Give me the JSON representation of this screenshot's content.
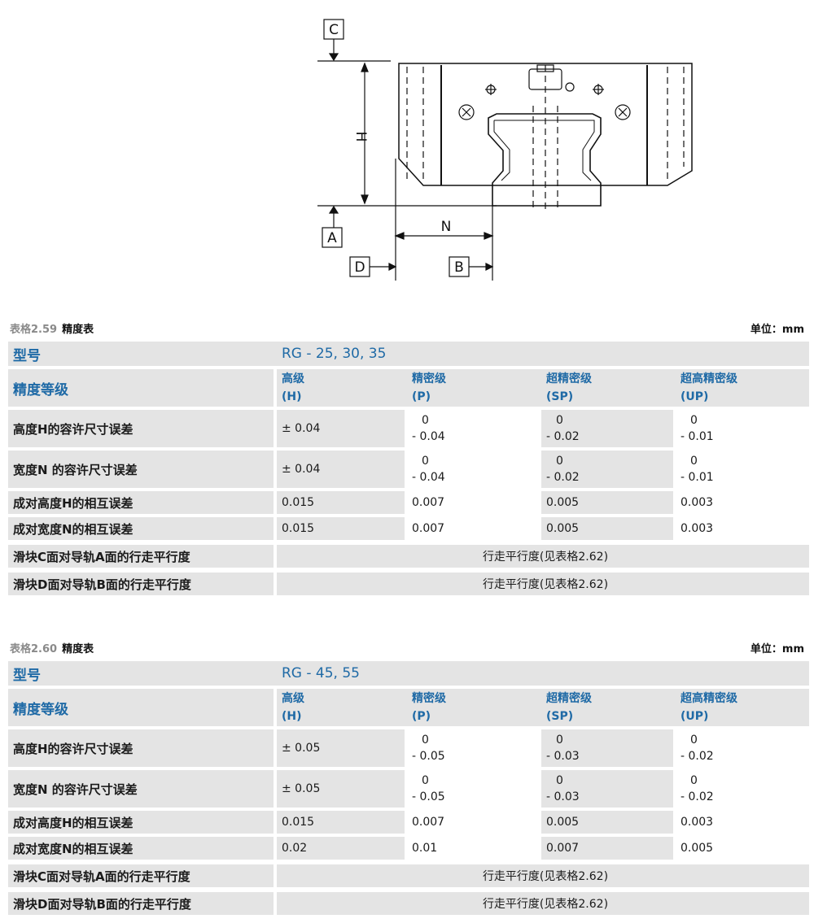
{
  "drawing": {
    "labels": {
      "c": "C",
      "h": "H",
      "a": "A",
      "n": "N",
      "d": "D",
      "b": "B"
    }
  },
  "tables": [
    {
      "number": "表格2.59",
      "title": "精度表",
      "unit": "单位：mm",
      "model_label": "型号",
      "model_value": "RG - 25, 30, 35",
      "grade_label": "精度等级",
      "grades": [
        {
          "name": "高级",
          "code": "(H)"
        },
        {
          "name": "精密级",
          "code": "(P)"
        },
        {
          "name": "超精密级",
          "code": "(SP)"
        },
        {
          "name": "超高精密级",
          "code": "(UP)"
        }
      ],
      "rows": [
        {
          "label": "高度H的容许尺寸误差",
          "values": [
            [
              "± 0.04"
            ],
            [
              "0",
              "- 0.04"
            ],
            [
              "0",
              "- 0.02"
            ],
            [
              "0",
              "- 0.01"
            ]
          ]
        },
        {
          "label": "宽度N 的容许尺寸误差",
          "values": [
            [
              "± 0.04"
            ],
            [
              "0",
              "- 0.04"
            ],
            [
              "0",
              "- 0.02"
            ],
            [
              "0",
              "- 0.01"
            ]
          ]
        },
        {
          "label": "成对高度H的相互误差",
          "values": [
            [
              "0.015"
            ],
            [
              "0.007"
            ],
            [
              "0.005"
            ],
            [
              "0.003"
            ]
          ]
        },
        {
          "label": "成对宽度N的相互误差",
          "values": [
            [
              "0.015"
            ],
            [
              "0.007"
            ],
            [
              "0.005"
            ],
            [
              "0.003"
            ]
          ]
        }
      ],
      "span_rows": [
        {
          "label": "滑块C面对导轨A面的行走平行度",
          "value": "行走平行度(见表格2.62)"
        },
        {
          "label": "滑块D面对导轨B面的行走平行度",
          "value": "行走平行度(见表格2.62)"
        }
      ]
    },
    {
      "number": "表格2.60",
      "title": "精度表",
      "unit": "单位：mm",
      "model_label": "型号",
      "model_value": "RG - 45, 55",
      "grade_label": "精度等级",
      "grades": [
        {
          "name": "高级",
          "code": "(H)"
        },
        {
          "name": "精密级",
          "code": "(P)"
        },
        {
          "name": "超精密级",
          "code": "(SP)"
        },
        {
          "name": "超高精密级",
          "code": "(UP)"
        }
      ],
      "rows": [
        {
          "label": "高度H的容许尺寸误差",
          "values": [
            [
              "± 0.05"
            ],
            [
              "0",
              "- 0.05"
            ],
            [
              "0",
              "- 0.03"
            ],
            [
              "0",
              "- 0.02"
            ]
          ]
        },
        {
          "label": "宽度N 的容许尺寸误差",
          "values": [
            [
              "± 0.05"
            ],
            [
              "0",
              "- 0.05"
            ],
            [
              "0",
              "- 0.03"
            ],
            [
              "0",
              "- 0.02"
            ]
          ]
        },
        {
          "label": "成对高度H的相互误差",
          "values": [
            [
              "0.015"
            ],
            [
              "0.007"
            ],
            [
              "0.005"
            ],
            [
              "0.003"
            ]
          ]
        },
        {
          "label": "成对宽度N的相互误差",
          "values": [
            [
              "0.02"
            ],
            [
              "0.01"
            ],
            [
              "0.007"
            ],
            [
              "0.005"
            ]
          ]
        }
      ],
      "span_rows": [
        {
          "label": "滑块C面对导轨A面的行走平行度",
          "value": "行走平行度(见表格2.62)"
        },
        {
          "label": "滑块D面对导轨B面的行走平行度",
          "value": "行走平行度(见表格2.62)"
        }
      ]
    }
  ]
}
